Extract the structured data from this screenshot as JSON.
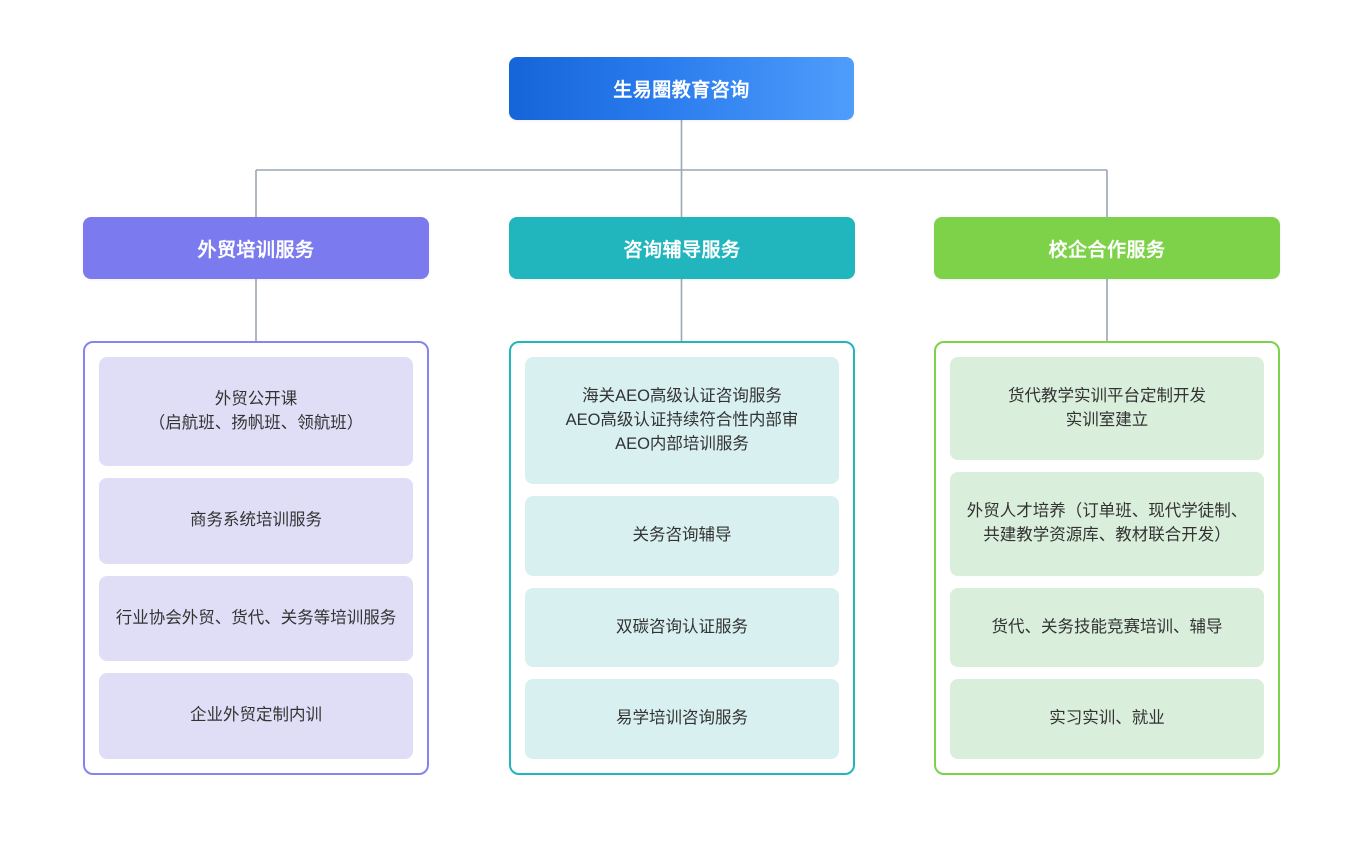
{
  "diagram": {
    "type": "organizational-hierarchy",
    "root": {
      "label": "生易圈教育咨询",
      "color": "#2b7cee",
      "gradient_from": "#1565d8",
      "gradient_to": "#4f9dfb",
      "text_color": "#ffffff"
    },
    "connector_color": "#9aa7b5",
    "branches": [
      {
        "id": "branch-foreign-trade-training",
        "header": "外贸培训服务",
        "header_color": "#7b7bef",
        "border_color": "#8585f0",
        "card_color": "#e0def7",
        "items": [
          "外贸公开课\n（启航班、扬帆班、领航班）",
          "商务系统培训服务",
          "行业协会外贸、货代、关务等培训服务",
          "企业外贸定制内训"
        ]
      },
      {
        "id": "branch-consulting-tutoring",
        "header": "咨询辅导服务",
        "header_color": "#21b5bd",
        "border_color": "#21b5bd",
        "card_color": "#d9f0f0",
        "items": [
          "海关AEO高级认证咨询服务\nAEO高级认证持续符合性内部审\nAEO内部培训服务",
          "关务咨询辅导",
          "双碳咨询认证服务",
          "易学培训咨询服务"
        ]
      },
      {
        "id": "branch-school-enterprise",
        "header": "校企合作服务",
        "header_color": "#7ed24a",
        "border_color": "#7ed24a",
        "card_color": "#d9eedb",
        "items": [
          "货代教学实训平台定制开发\n实训室建立",
          "外贸人才培养（订单班、现代学徒制、共建教学资源库、教材联合开发）",
          "货代、关务技能竞赛培训、辅导",
          "实习实训、就业"
        ]
      }
    ]
  }
}
